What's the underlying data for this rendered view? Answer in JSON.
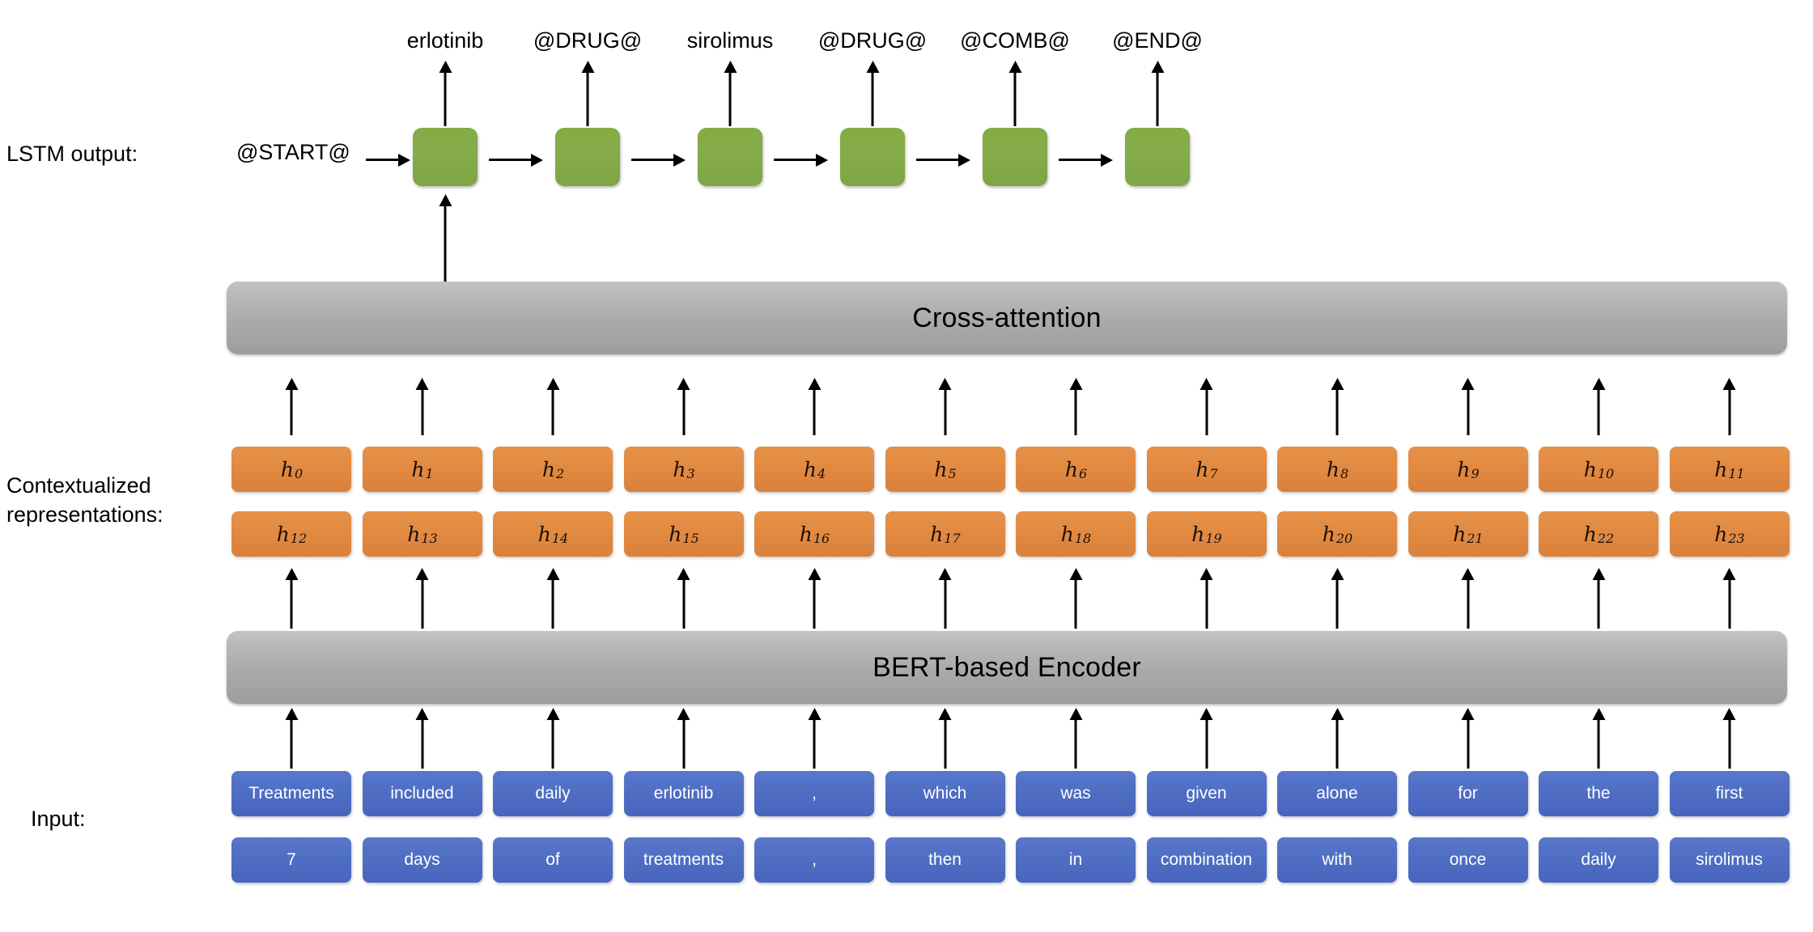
{
  "diagram": {
    "title": "BERT encoder with cross-attention LSTM decoder",
    "colors": {
      "lstm_cell": "#85ac48",
      "hidden_cell": "#e28a41",
      "input_cell": "#4f6ec4",
      "bar": "#a9a9a9",
      "arrow": "#000000",
      "background": "#ffffff"
    }
  },
  "row_labels": {
    "lstm": "LSTM output:",
    "contextualized": "Contextualized\nrepresentations:",
    "input": "Input:"
  },
  "bars": {
    "cross_attention": "Cross-attention",
    "encoder": "BERT-based Encoder"
  },
  "lstm": {
    "start_token": "@START@",
    "outputs": [
      "erlotinib",
      "@DRUG@",
      "sirolimus",
      "@DRUG@",
      "@COMB@",
      "@END@"
    ],
    "cell_count": 6
  },
  "contextualized": {
    "row0": [
      "h0",
      "h1",
      "h2",
      "h3",
      "h4",
      "h5",
      "h6",
      "h7",
      "h8",
      "h9",
      "h10",
      "h11"
    ],
    "row1": [
      "h12",
      "h13",
      "h14",
      "h15",
      "h16",
      "h17",
      "h18",
      "h19",
      "h20",
      "h21",
      "h22",
      "h23"
    ],
    "row0_base": [
      "h",
      "h",
      "h",
      "h",
      "h",
      "h",
      "h",
      "h",
      "h",
      "h",
      "h",
      "h"
    ],
    "row0_sub": [
      "0",
      "1",
      "2",
      "3",
      "4",
      "5",
      "6",
      "7",
      "8",
      "9",
      "10",
      "11"
    ],
    "row1_base": [
      "h",
      "h",
      "h",
      "h",
      "h",
      "h",
      "h",
      "h",
      "h",
      "h",
      "h",
      "h"
    ],
    "row1_sub": [
      "12",
      "13",
      "14",
      "15",
      "16",
      "17",
      "18",
      "19",
      "20",
      "21",
      "22",
      "23"
    ]
  },
  "input": {
    "row0": [
      "Treatments",
      "included",
      "daily",
      "erlotinib",
      ",",
      "which",
      "was",
      "given",
      "alone",
      "for",
      "the",
      "first"
    ],
    "row1": [
      "7",
      "days",
      "of",
      "treatments",
      ",",
      "then",
      "in",
      "combination",
      "with",
      "once",
      "daily",
      "sirolimus"
    ]
  }
}
